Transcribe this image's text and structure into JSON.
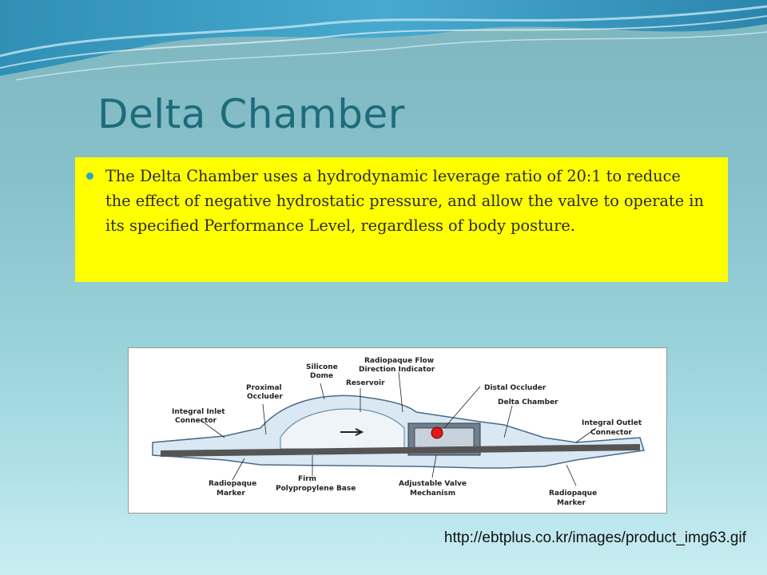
{
  "slide": {
    "title": "Delta Chamber",
    "bullet_text": "The Delta Chamber uses a hydrodynamic leverage ratio of 20:1 to reduce the effect of negative hydrostatic pressure, and allow the valve to operate in its specified Performance Level, regardless of body posture.",
    "source_url": "http://ebtplus.co.kr/images/product_img63.gif"
  },
  "diagram": {
    "labels": {
      "radiopaque_flow_1": "Radiopaque Flow",
      "radiopaque_flow_2": "Direction Indicator",
      "silicone_1": "Silicone",
      "silicone_2": "Dome",
      "reservoir": "Reservoir",
      "distal_occluder": "Distal Occluder",
      "proximal_1": "Proximal",
      "proximal_2": "Occluder",
      "delta_chamber": "Delta Chamber",
      "inlet_1": "Integral Inlet",
      "inlet_2": "Connector",
      "outlet_1": "Integral Outlet",
      "outlet_2": "Connector",
      "radiopaque_marker_left_1": "Radiopaque",
      "radiopaque_marker_left_2": "Marker",
      "firm_1": "Firm",
      "firm_2": "Polypropylene Base",
      "adjustable_1": "Adjustable Valve",
      "adjustable_2": "Mechanism",
      "radiopaque_marker_right_1": "Radiopaque",
      "radiopaque_marker_right_2": "Marker"
    }
  },
  "colors": {
    "title": "#1d6c7c",
    "callout_background": "#ffff00",
    "bullet": "#2ea3bd"
  }
}
